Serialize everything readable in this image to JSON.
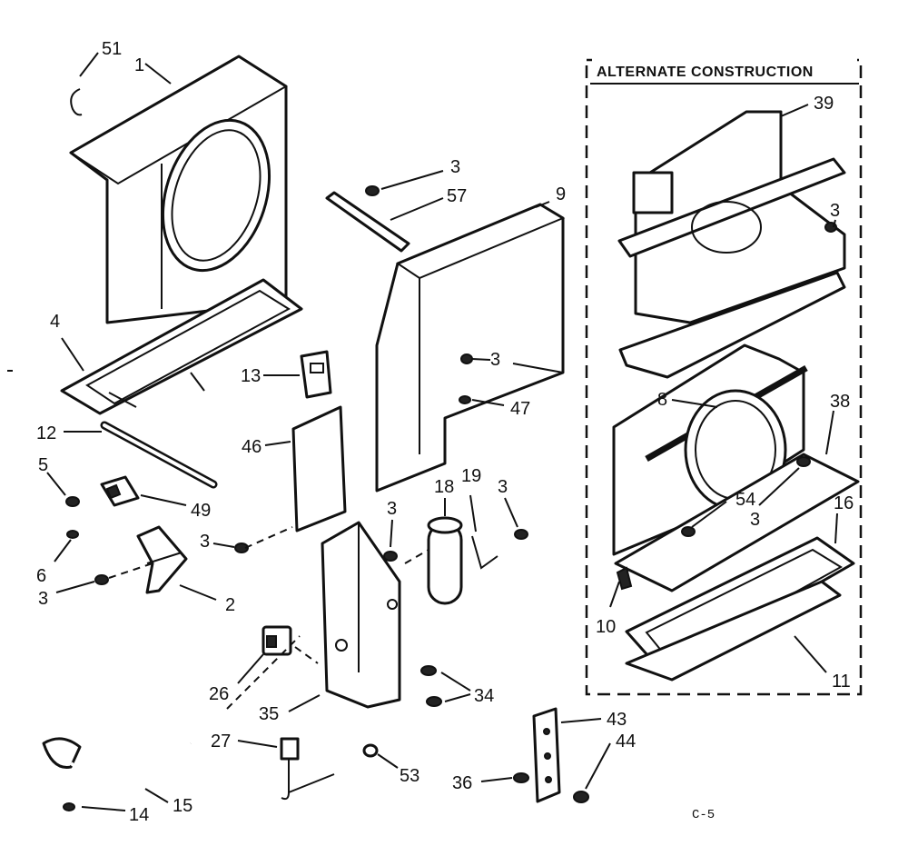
{
  "alternate_title": "ALTERNATE CONSTRUCTION",
  "page_code": "C-5",
  "labels": {
    "p51": "51",
    "p1": "1",
    "p4": "4",
    "p13": "13",
    "p12": "12",
    "p46": "46",
    "p5": "5",
    "p49": "49",
    "p6": "6",
    "p3a": "3",
    "p3b": "3",
    "p2": "2",
    "p26": "26",
    "p35": "35",
    "p27": "27",
    "p14": "14",
    "p15": "15",
    "p3c": "3",
    "p57": "57",
    "p9": "9",
    "p3d": "3",
    "p47": "47",
    "p3e": "3",
    "p18": "18",
    "p19": "19",
    "p3f": "3",
    "p34": "34",
    "p53": "53",
    "p43": "43",
    "p44": "44",
    "p36": "36",
    "p39": "39",
    "p3g": "3",
    "p8": "8",
    "p38": "38",
    "p54": "54",
    "p3h": "3",
    "p16": "16",
    "p10": "10",
    "p11": "11"
  }
}
